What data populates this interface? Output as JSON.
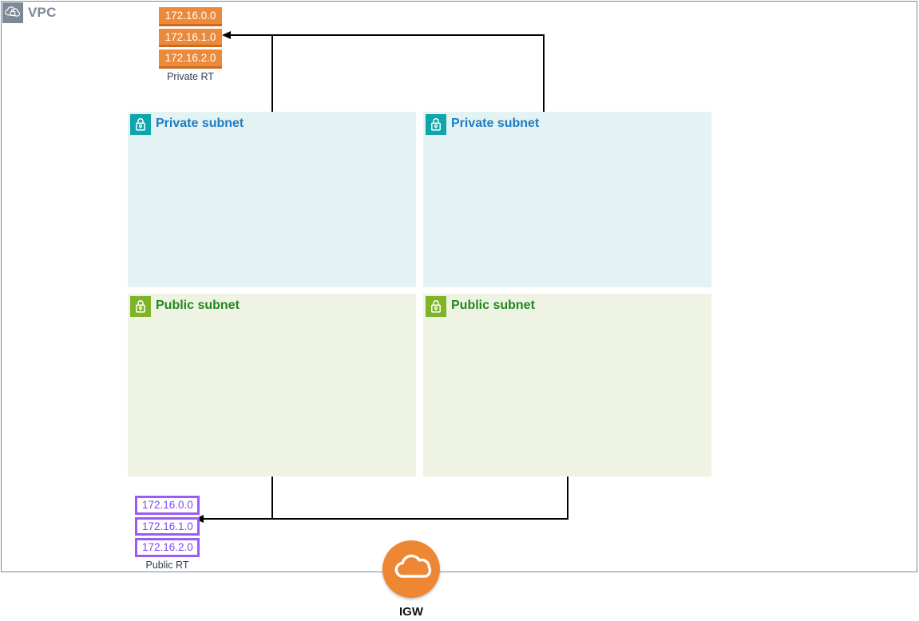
{
  "vpc": {
    "title": "VPC",
    "icon": "vpc-cloud-lock-icon",
    "border_color": "#7d8998"
  },
  "route_tables": [
    {
      "id": "private-rt",
      "label": "Private RT",
      "style": "orange",
      "color": "#ec8a3c",
      "text_color": "#ffffff",
      "entries": [
        "172.16.0.0",
        "172.16.1.0",
        "172.16.2.0"
      ]
    },
    {
      "id": "public-rt",
      "label": "Public RT",
      "style": "purple",
      "color": "#9b5cf6",
      "text_color": "#8048ee",
      "entries": [
        "172.16.0.0",
        "172.16.1.0",
        "172.16.2.0"
      ]
    }
  ],
  "subnets": [
    {
      "id": "private-subnet-left",
      "title": "Private subnet",
      "type": "private",
      "icon": "lock-icon",
      "icon_color": "#0ea5ad",
      "fill": "#e3f3f4",
      "title_color": "#1f7cc0"
    },
    {
      "id": "private-subnet-right",
      "title": "Private subnet",
      "type": "private",
      "icon": "lock-icon",
      "icon_color": "#0ea5ad",
      "fill": "#e3f3f4",
      "title_color": "#1f7cc0"
    },
    {
      "id": "public-subnet-left",
      "title": "Public subnet",
      "type": "public",
      "icon": "lock-icon",
      "icon_color": "#7fb328",
      "fill": "#eff3e3",
      "title_color": "#1f8a1f"
    },
    {
      "id": "public-subnet-right",
      "title": "Public subnet",
      "type": "public",
      "icon": "lock-icon",
      "icon_color": "#7fb328",
      "fill": "#eff3e3",
      "title_color": "#1f8a1f"
    }
  ],
  "gateway": {
    "id": "igw",
    "label": "IGW",
    "icon": "internet-gateway-cloud-icon",
    "color": "#ee8733"
  }
}
